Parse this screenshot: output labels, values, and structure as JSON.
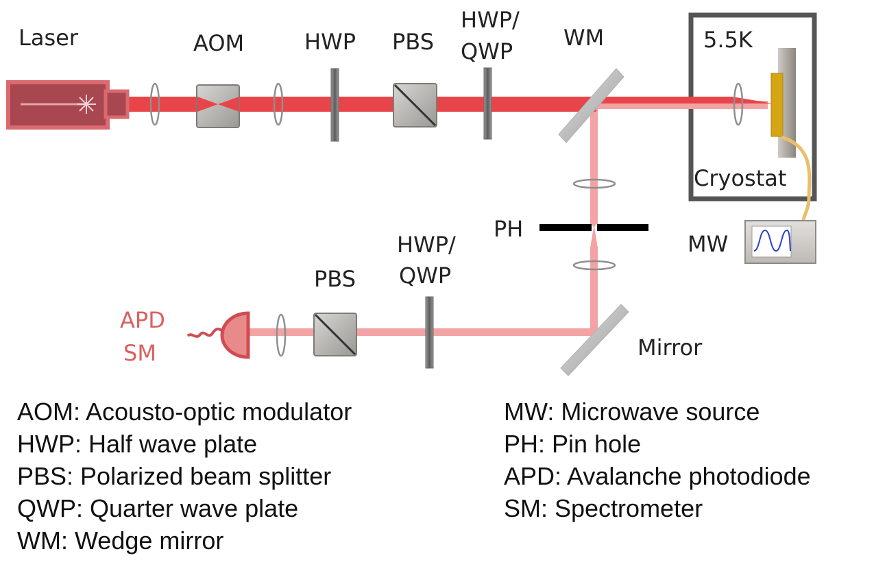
{
  "labels": {
    "laser": "Laser",
    "aom": "AOM",
    "hwp1": "HWP",
    "pbs1": "PBS",
    "hwp_qwp1_line1": "HWP/",
    "hwp_qwp1_line2": "QWP",
    "wm": "WM",
    "temperature": "5.5K",
    "cryostat": "Cryostat",
    "ph": "PH",
    "mw": "MW",
    "hwp_qwp2_line1": "HWP/",
    "hwp_qwp2_line2": "QWP",
    "pbs2": "PBS",
    "apd": "APD",
    "sm": "SM",
    "mirror": "Mirror"
  },
  "legend": {
    "left": [
      "AOM: Acousto-optic modulator",
      "HWP: Half wave plate",
      "PBS: Polarized beam splitter",
      "QWP: Quarter wave plate",
      "WM: Wedge mirror"
    ],
    "right": [
      "MW: Microwave source",
      "PH: Pin hole",
      "APD: Avalanche photodiode",
      "SM: Spectrometer"
    ]
  },
  "colors": {
    "excitation_beam": "#e8454a",
    "collection_beam": "#f2a3a3",
    "laser_body": "#a8474f",
    "apd_detector": "#e98a8a",
    "optic_gray": "#8a8a8a",
    "sample_gold": "#d6a514",
    "cryostat_frame": "#555555"
  }
}
